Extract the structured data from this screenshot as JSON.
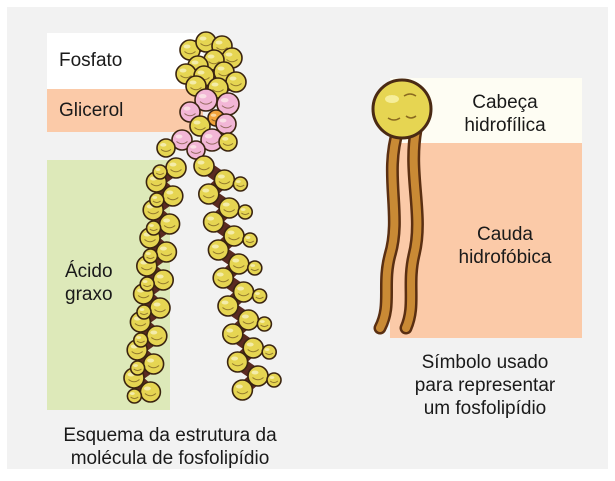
{
  "left": {
    "labels": {
      "phosphate": "Fosfato",
      "glycerol": "Glicerol",
      "fatty_acid_line1": "Ácido",
      "fatty_acid_line2": "graxo"
    },
    "caption_line1": "Esquema da estrutura da",
    "caption_line2": "molécula de fosfolipídio"
  },
  "right": {
    "head_line1": "Cabeça",
    "head_line2": "hidrofílica",
    "tail_line1": "Cauda",
    "tail_line2": "hidrofóbica",
    "caption_line1": "Símbolo usado",
    "caption_line2": "para representar",
    "caption_line3": "um fosfolipídio"
  },
  "colors": {
    "background": "#f2f2f2",
    "phosphate_band": "#ffffff",
    "glycerol_band": "#fbcaa8",
    "fatty_acid_band": "#dde9b9",
    "head_band": "#fefdf3",
    "tail_band": "#fbcaa8",
    "atom_yellow": "#e6d552",
    "atom_pink": "#f2b6d6",
    "atom_orange": "#f1a23a",
    "bond_dark": "#5a2a22",
    "tail_brown": "#c98a35"
  }
}
